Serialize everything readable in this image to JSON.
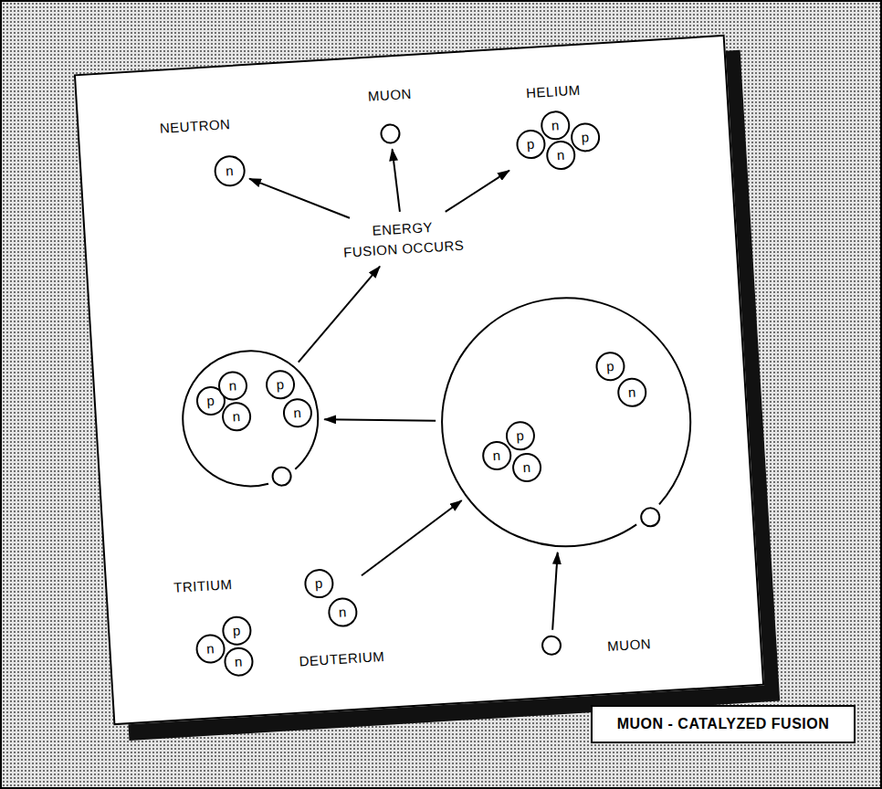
{
  "diagram": {
    "caption": "MUON - CATALYZED FUSION",
    "nodes": [
      {
        "text": [
          "NEUTRON",
          "n"
        ]
      },
      {
        "text": [
          "MUON"
        ]
      },
      {
        "text": [
          "HELIUM"
        ]
      },
      {
        "text": [
          "p"
        ],
        "in": 2
      },
      {
        "text": [
          "n"
        ],
        "in": 2
      },
      {
        "text": [
          "n"
        ],
        "in": 2
      },
      {
        "text": [
          "p"
        ],
        "in": 2
      },
      {
        "text": [
          "ENERGY",
          "FUSION OCCURS"
        ]
      },
      {
        "text": []
      },
      {
        "text": [
          "p"
        ],
        "in": 8
      },
      {
        "text": [
          "n"
        ],
        "in": 8
      },
      {
        "text": [
          "n"
        ],
        "in": 8
      },
      {
        "text": [
          "p"
        ],
        "in": 8
      },
      {
        "text": [
          "n"
        ],
        "in": 8
      },
      {
        "text": []
      },
      {
        "text": [
          "p"
        ],
        "in": 14
      },
      {
        "text": [
          "n"
        ],
        "in": 14
      },
      {
        "text": [
          "n"
        ],
        "in": 14
      },
      {
        "text": [
          "p"
        ],
        "in": 14
      },
      {
        "text": [
          "n"
        ],
        "in": 14
      },
      {
        "text": [
          "TRITIUM"
        ]
      },
      {
        "text": [
          "p"
        ],
        "in": 20
      },
      {
        "text": [
          "n"
        ],
        "in": 20
      },
      {
        "text": [
          "n"
        ],
        "in": 20
      },
      {
        "text": [
          "DEUTERIUM"
        ]
      },
      {
        "text": [
          "p"
        ],
        "in": 24
      },
      {
        "text": [
          "n"
        ],
        "in": 24
      },
      {
        "text": [
          "MUON"
        ]
      }
    ],
    "edges": [
      {
        "from": 24,
        "to": 14,
        "arrow": "to"
      },
      {
        "from": 27,
        "to": 14,
        "arrow": "to"
      },
      {
        "from": 14,
        "to": 8,
        "arrow": "to"
      },
      {
        "from": 8,
        "to": 7,
        "arrow": "to"
      },
      {
        "from": 7,
        "to": 0,
        "arrow": "to"
      },
      {
        "from": 7,
        "to": 1,
        "arrow": "to"
      },
      {
        "from": 7,
        "to": 2,
        "arrow": "to"
      }
    ]
  }
}
